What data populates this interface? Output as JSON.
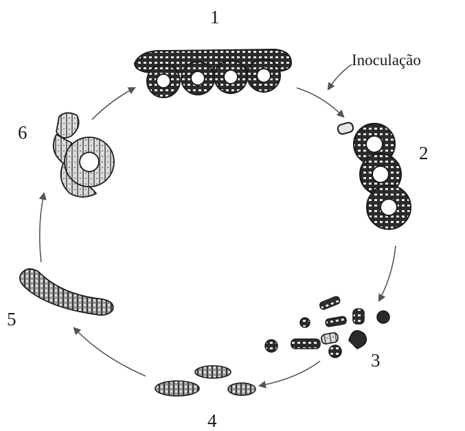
{
  "labels": {
    "stage_1": "1",
    "stage_2": "2",
    "stage_3": "3",
    "stage_4": "4",
    "stage_5": "5",
    "stage_6": "6",
    "inoculation": "Inoculação"
  },
  "colors": {
    "outline": "#1a1a1a",
    "dark_segment": "#2b2b2b",
    "light_segment": "#e6e6e6",
    "mid_segment": "#8a8a8a",
    "arrow": "#555555"
  }
}
